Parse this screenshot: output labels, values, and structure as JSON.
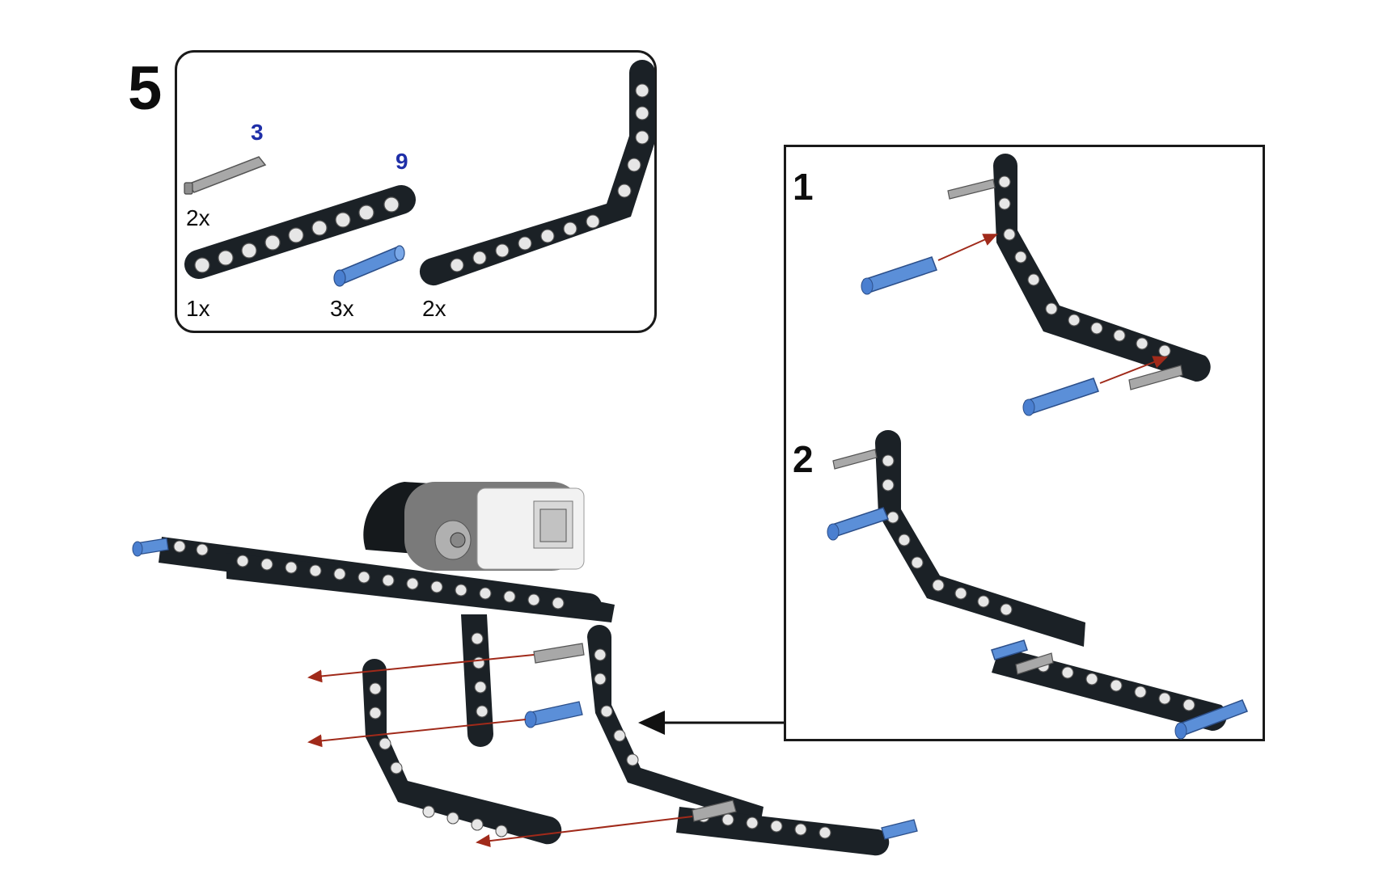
{
  "step": {
    "number": "5"
  },
  "parts_list": {
    "items": [
      {
        "name": "axle",
        "size": "3",
        "qty": "2x"
      },
      {
        "name": "beam",
        "size": "9",
        "qty": "1x"
      },
      {
        "name": "pin",
        "qty": "3x"
      },
      {
        "name": "angled-beam",
        "qty": "2x"
      }
    ]
  },
  "substeps": [
    {
      "number": "1"
    },
    {
      "number": "2"
    }
  ],
  "colors": {
    "beam": "#1b2126",
    "hole": "#e8e8e8",
    "pin_blue": "#5b8fd8",
    "axle_grey": "#9a9a9a",
    "arrow_red": "#a02a1a",
    "label_blue": "#1f2fa8"
  }
}
